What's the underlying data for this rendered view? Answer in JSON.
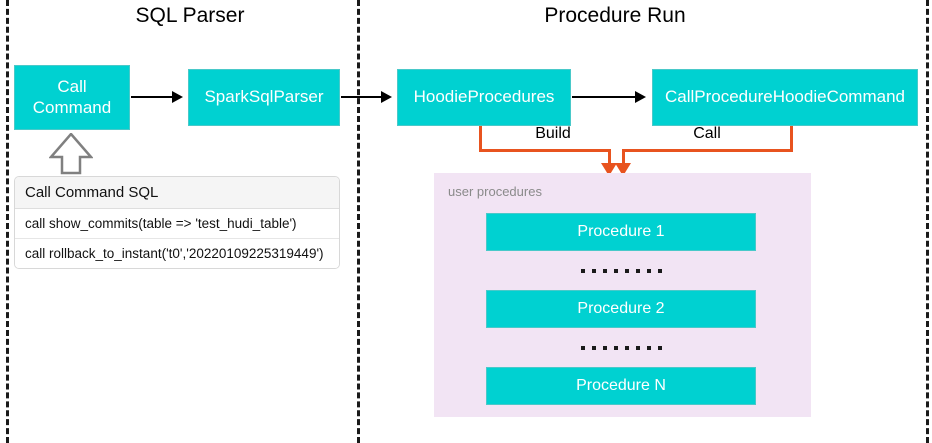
{
  "sections": {
    "left": {
      "title": "SQL Parser"
    },
    "right": {
      "title": "Procedure Run"
    }
  },
  "nodes": {
    "call_command": "Call\nCommand",
    "call_command_line1": "Call",
    "call_command_line2": "Command",
    "spark_sql_parser": "SparkSqlParser",
    "hoodie_procedures": "HoodieProcedures",
    "call_procedure_hoodie_command": "CallProcedureHoodieCommand"
  },
  "connectors": {
    "build": "Build",
    "call": "Call"
  },
  "sql_table": {
    "header": "Call Command SQL",
    "rows": [
      "call show_commits(table => 'test_hudi_table')",
      "call rollback_to_instant('t0','20220109225319449')"
    ]
  },
  "user_procedures": {
    "label": "user procedures",
    "items": [
      "Procedure 1",
      "Procedure 2",
      "Procedure N"
    ],
    "ellipsis_dots": 8
  },
  "colors": {
    "teal": "#00d1d1",
    "orange": "#e8531f",
    "panel_pink": "#f2e4f4",
    "dash_black": "#1a1a1a",
    "muted_gray": "#8a8a8a"
  }
}
